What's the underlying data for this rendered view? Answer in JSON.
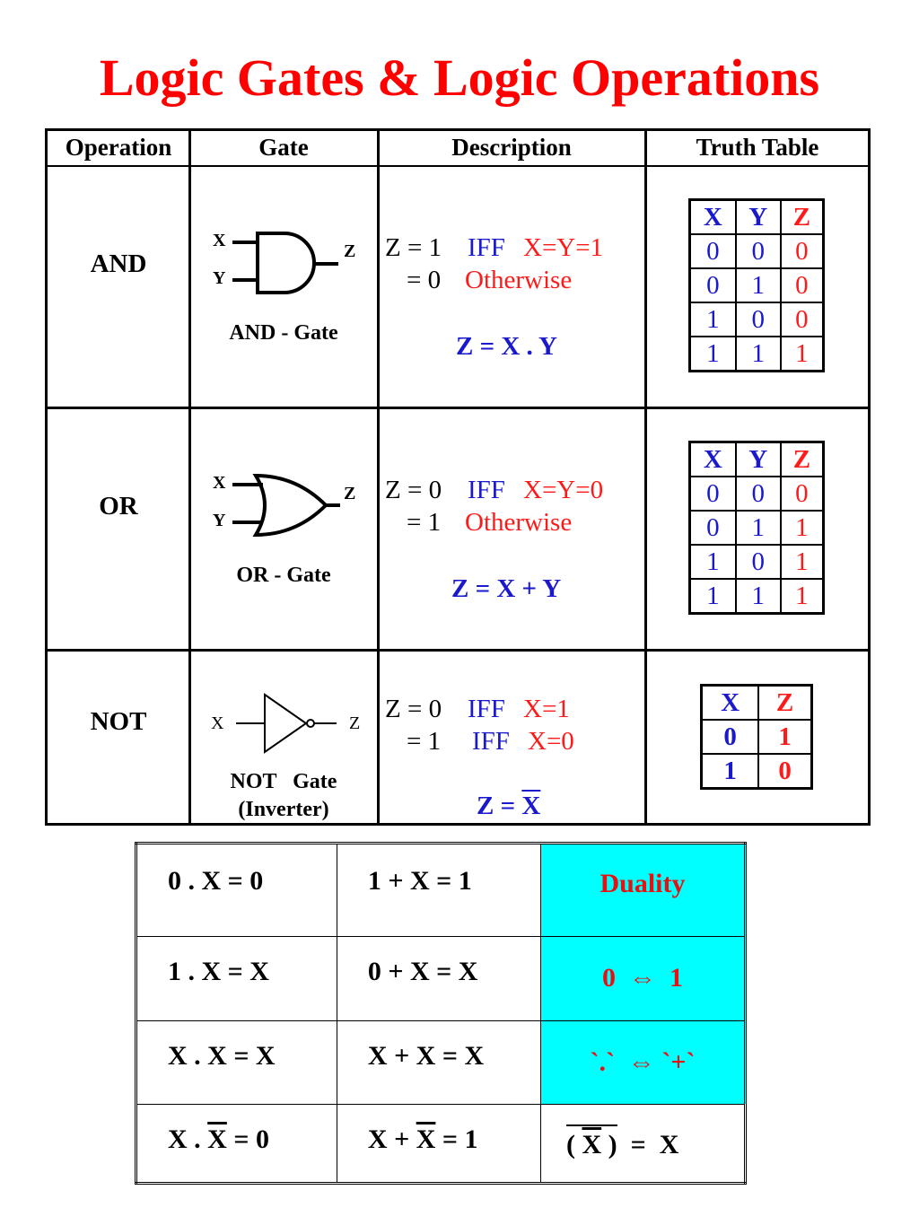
{
  "title": "Logic Gates & Logic Operations",
  "headers": [
    "Operation",
    "Gate",
    "Description",
    "Truth Table"
  ],
  "rows": [
    {
      "operation": "AND",
      "gate": {
        "inputs": [
          "X",
          "Y"
        ],
        "output": "Z",
        "caption": "AND - Gate"
      },
      "desc": {
        "line1_cond": "Z = 1",
        "line1_iff": "IFF",
        "line1_val": "X=Y=1",
        "line2_cond": "= 0",
        "line2_val": "Otherwise",
        "formula": "Z = X . Y"
      },
      "truth": {
        "headers": [
          "X",
          "Y",
          "Z"
        ],
        "rows": [
          [
            "0",
            "0",
            "0"
          ],
          [
            "0",
            "1",
            "0"
          ],
          [
            "1",
            "0",
            "0"
          ],
          [
            "1",
            "1",
            "1"
          ]
        ]
      }
    },
    {
      "operation": "OR",
      "gate": {
        "inputs": [
          "X",
          "Y"
        ],
        "output": "Z",
        "caption": "OR - Gate"
      },
      "desc": {
        "line1_cond": "Z = 0",
        "line1_iff": "IFF",
        "line1_val": "X=Y=0",
        "line2_cond": "= 1",
        "line2_val": "Otherwise",
        "formula": "Z = X + Y"
      },
      "truth": {
        "headers": [
          "X",
          "Y",
          "Z"
        ],
        "rows": [
          [
            "0",
            "0",
            "0"
          ],
          [
            "0",
            "1",
            "1"
          ],
          [
            "1",
            "0",
            "1"
          ],
          [
            "1",
            "1",
            "1"
          ]
        ]
      }
    },
    {
      "operation": "NOT",
      "gate": {
        "inputs": [
          "X"
        ],
        "output": "Z",
        "caption_line1": "NOT   Gate",
        "caption_line2": "(Inverter)"
      },
      "desc": {
        "line1_cond": "Z = 0",
        "line1_iff": "IFF",
        "line1_val": "X=1",
        "line2_cond": "= 1",
        "line2_iff": "IFF",
        "line2_val": "X=0",
        "formula_left": "Z = ",
        "formula_var": "X"
      },
      "truth": {
        "headers": [
          "X",
          "Z"
        ],
        "rows": [
          [
            "0",
            "1"
          ],
          [
            "1",
            "0"
          ]
        ]
      }
    }
  ],
  "identities": {
    "r1": {
      "and": "0 . X = 0",
      "or": "1 + X =  1",
      "dual": "Duality"
    },
    "r2": {
      "and": "1 . X = X",
      "or": "0 + X = X",
      "dual": "0  ⇔  1"
    },
    "r3": {
      "and": "X . X = X",
      "or": "X + X = X",
      "dual": "`.`  ⇔ `+`"
    },
    "r4": {
      "and_left": "X . ",
      "and_var": "X",
      "and_right": " = 0",
      "or_left": "X + ",
      "or_var": "X",
      "or_right": " = 1",
      "dn_open": "( ",
      "dn_var": "X",
      "dn_close": " )",
      "dn_right": "  =  X"
    }
  },
  "colors": {
    "title": "#ff0000",
    "blue": "#1a1acc",
    "red": "#ff1a1a",
    "cyan": "#00ffff"
  }
}
